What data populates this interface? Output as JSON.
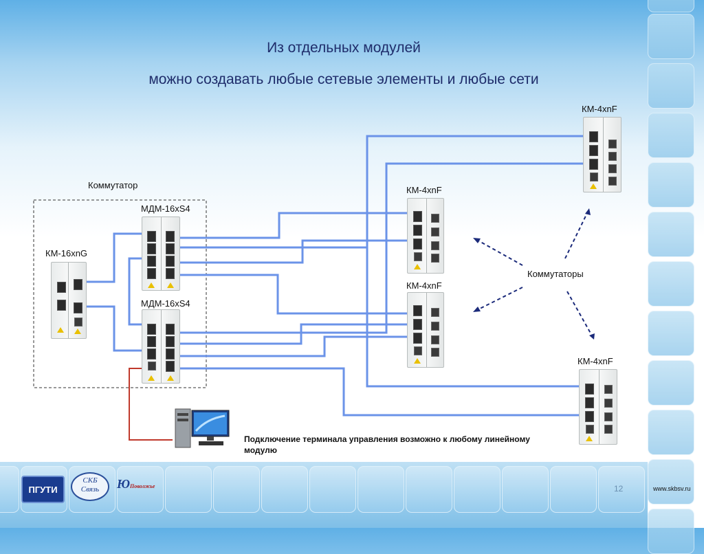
{
  "slide": {
    "title_line1": "Из отдельных модулей",
    "title_line2": "можно создавать любые сетевые элементы и любые сети",
    "page_number": "12",
    "website": "www.skbsv.ru"
  },
  "labels": {
    "switch_group": "Коммутатор",
    "mdm_top": "МДМ-16xS4",
    "mdm_bottom": "МДМ-16xS4",
    "km16": "КМ-16xnG",
    "km4_top_right": "КМ-4xnF",
    "km4_mid_upper": "КМ-4xnF",
    "km4_mid_lower": "КМ-4xnF",
    "km4_bottom_right": "КМ-4xnF",
    "switches": "Коммутаторы"
  },
  "caption": {
    "text": "Подключение терминала управления возможно к любому линейному модулю"
  },
  "logos": {
    "pguti": "ПГУТИ",
    "skb_line1": "СКБ",
    "skb_line2": "Связь",
    "third_main": "Ю",
    "third_sub": "Поволжье"
  },
  "colors": {
    "wire": "#6b93e8",
    "control_wire": "#c0392b",
    "arrow": "#1b2a7a",
    "title": "#1f2d6b"
  }
}
